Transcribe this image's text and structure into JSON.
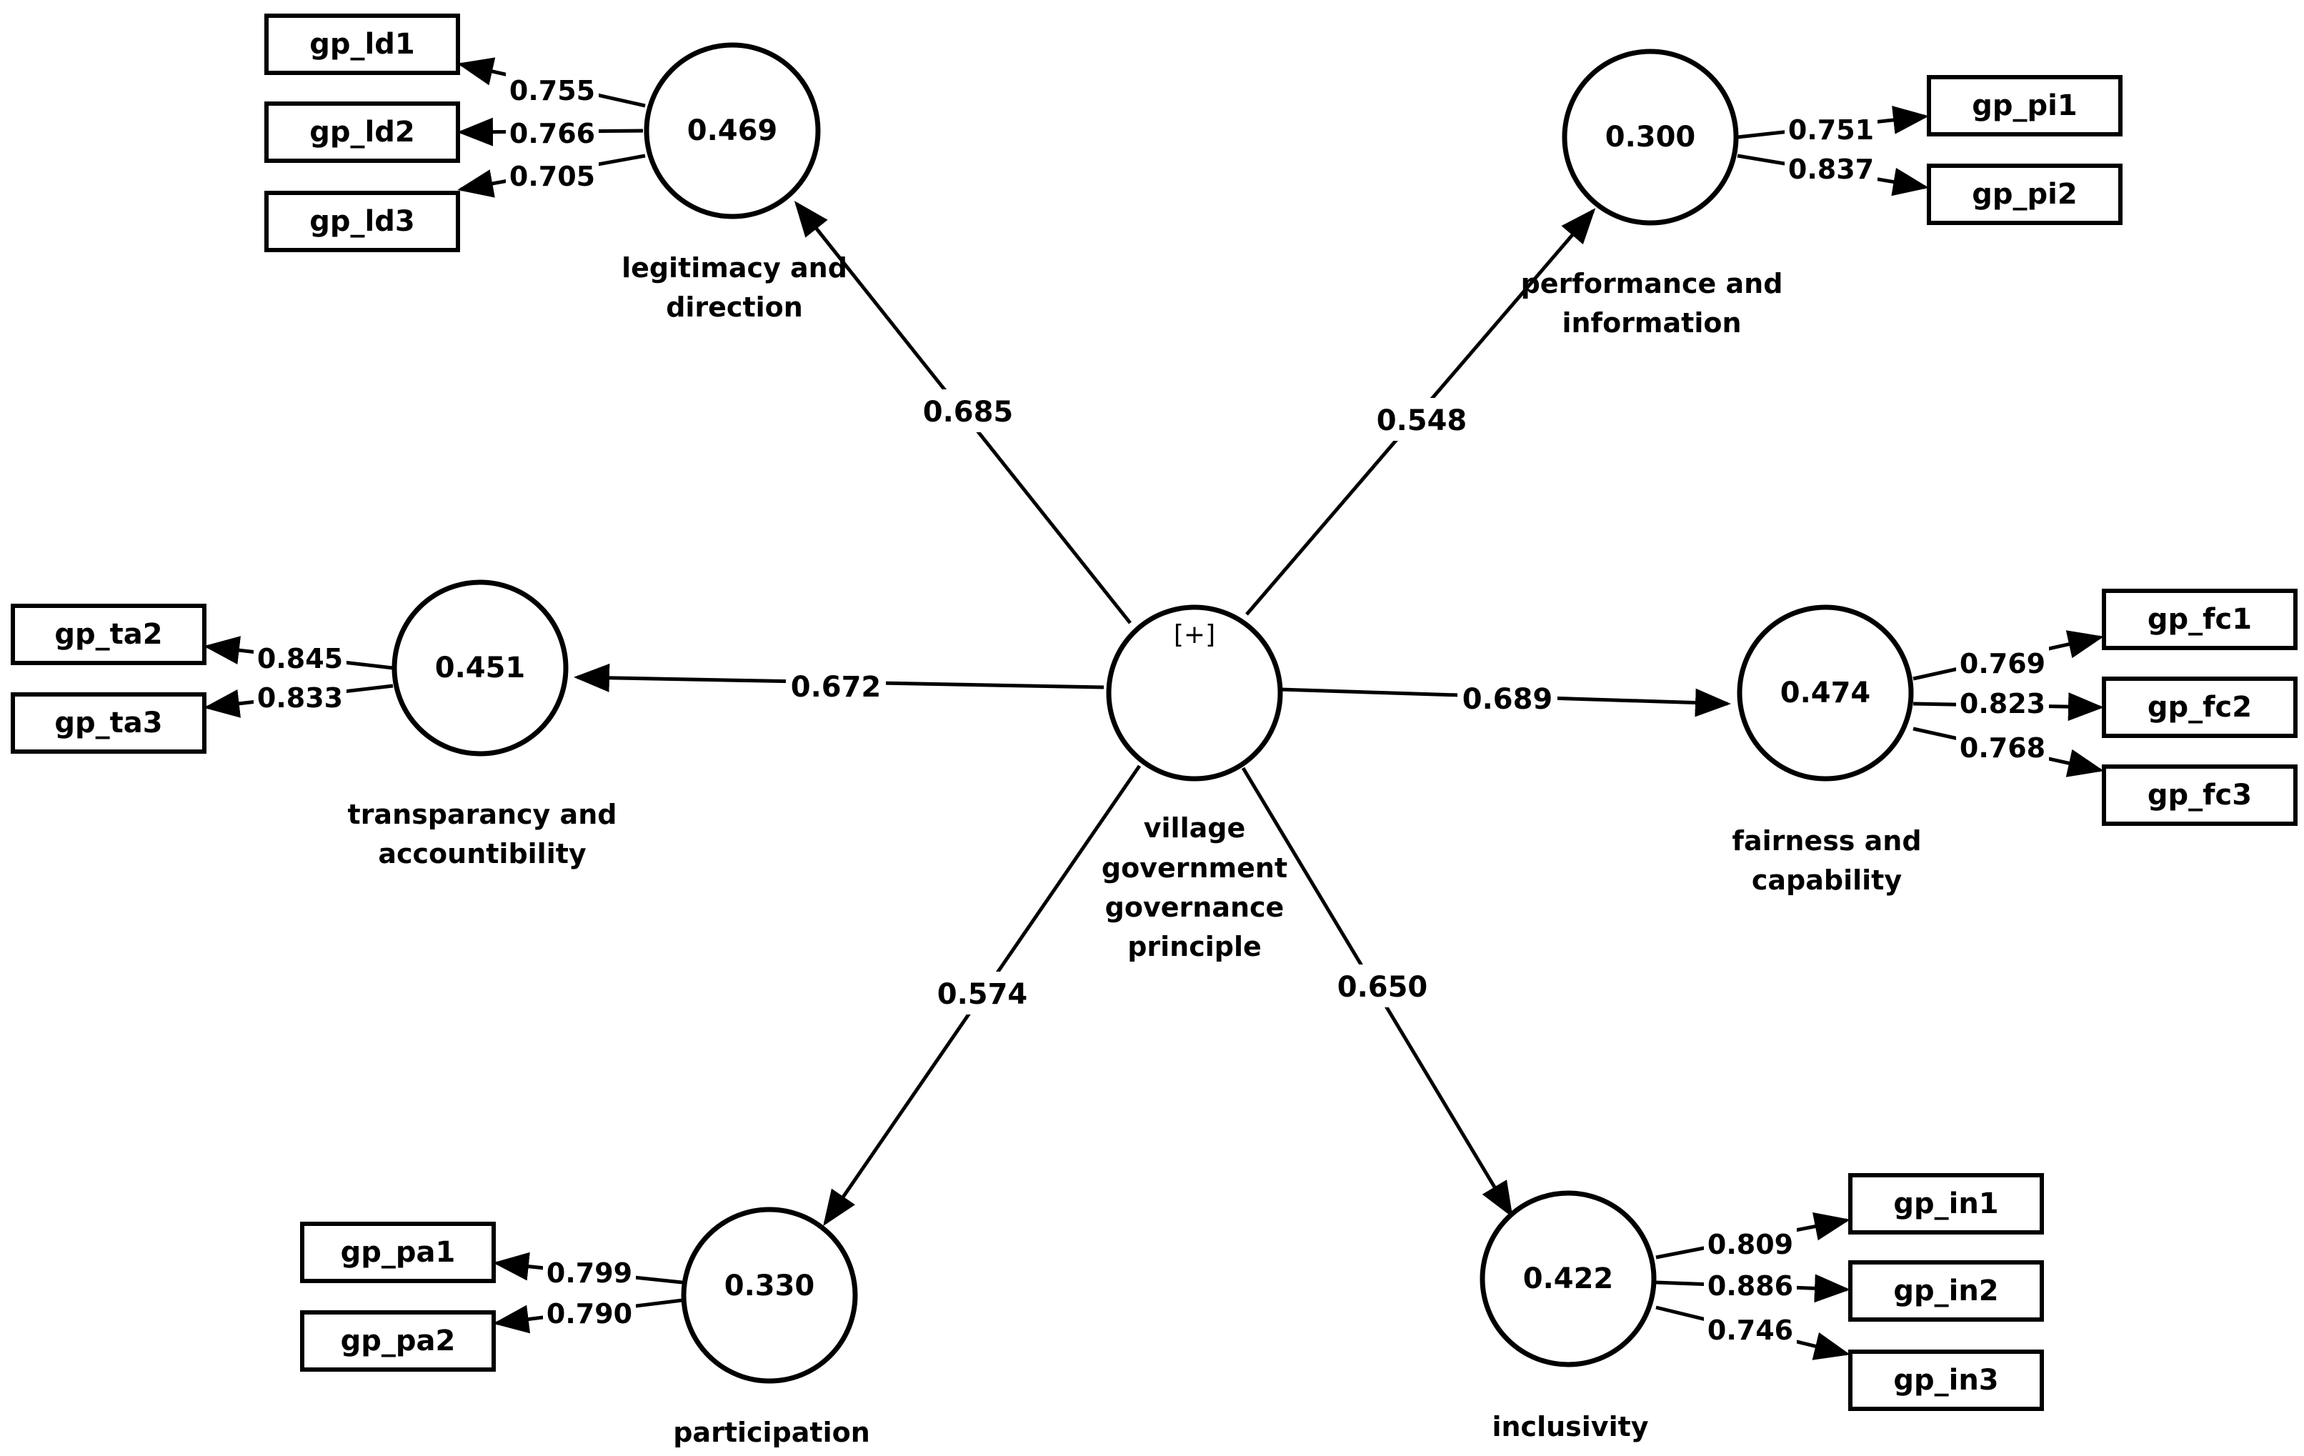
{
  "central": {
    "marker": "[+]",
    "label_lines": [
      "village",
      "government",
      "governance",
      "principle"
    ]
  },
  "constructs": [
    {
      "id": "ld",
      "value": "0.469",
      "label_lines": [
        "legitimacy and",
        "direction"
      ],
      "path": "0.685",
      "indicators": [
        {
          "name": "gp_ld1",
          "loading": "0.755"
        },
        {
          "name": "gp_ld2",
          "loading": "0.766"
        },
        {
          "name": "gp_ld3",
          "loading": "0.705"
        }
      ]
    },
    {
      "id": "pi",
      "value": "0.300",
      "label_lines": [
        "performance and",
        "information"
      ],
      "path": "0.548",
      "indicators": [
        {
          "name": "gp_pi1",
          "loading": "0.751"
        },
        {
          "name": "gp_pi2",
          "loading": "0.837"
        }
      ]
    },
    {
      "id": "ta",
      "value": "0.451",
      "label_lines": [
        "transparancy and",
        "accountibility"
      ],
      "path": "0.672",
      "indicators": [
        {
          "name": "gp_ta2",
          "loading": "0.845"
        },
        {
          "name": "gp_ta3",
          "loading": "0.833"
        }
      ]
    },
    {
      "id": "fc",
      "value": "0.474",
      "label_lines": [
        "fairness and",
        "capability"
      ],
      "path": "0.689",
      "indicators": [
        {
          "name": "gp_fc1",
          "loading": "0.769"
        },
        {
          "name": "gp_fc2",
          "loading": "0.823"
        },
        {
          "name": "gp_fc3",
          "loading": "0.768"
        }
      ]
    },
    {
      "id": "pa",
      "value": "0.330",
      "label_lines": [
        "participation"
      ],
      "path": "0.574",
      "indicators": [
        {
          "name": "gp_pa1",
          "loading": "0.799"
        },
        {
          "name": "gp_pa2",
          "loading": "0.790"
        }
      ]
    },
    {
      "id": "in",
      "value": "0.422",
      "label_lines": [
        "inclusivity"
      ],
      "path": "0.650",
      "indicators": [
        {
          "name": "gp_in1",
          "loading": "0.809"
        },
        {
          "name": "gp_in2",
          "loading": "0.886"
        },
        {
          "name": "gp_in3",
          "loading": "0.746"
        }
      ]
    }
  ]
}
